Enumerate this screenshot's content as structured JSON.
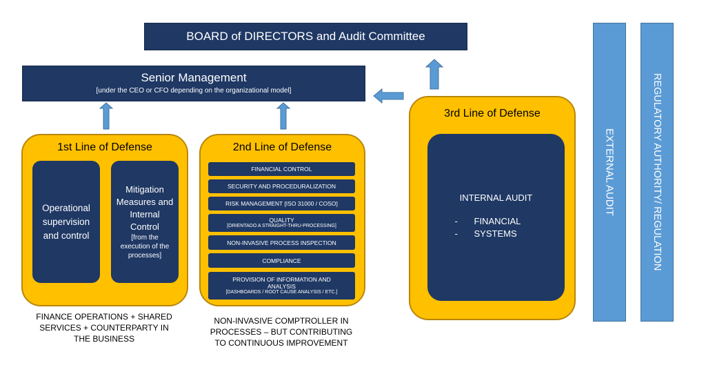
{
  "board": {
    "label": "BOARD of DIRECTORS and Audit Committee"
  },
  "senior": {
    "title": "Senior Management",
    "subtitle": "[under the CEO or CFO depending on the organizational model]"
  },
  "line1": {
    "title": "1st Line of Defense",
    "box_a": {
      "lines": [
        "Operational",
        "supervision",
        "and control"
      ]
    },
    "box_b": {
      "lines": [
        "Mitigation",
        "Measures and",
        "Internal",
        "Control"
      ],
      "small_lines": [
        "[from the",
        "execution of the",
        "processes]"
      ]
    },
    "caption_lines": [
      "FINANCE OPERATIONS + SHARED",
      "SERVICES + COUNTERPARTY IN",
      "THE BUSINESS"
    ]
  },
  "line2": {
    "title": "2nd Line of Defense",
    "items": [
      {
        "label": "FINANCIAL CONTROL"
      },
      {
        "label": "SECURITY AND PROCEDURALIZATION"
      },
      {
        "label": "RISK MANAGEMENT  [ISO 31000 / COSO]"
      },
      {
        "label": "QUALITY",
        "sub": "[ORIENTADO A STRAIGHT-THRU-PROCESSING]"
      },
      {
        "label": "NON-INVASIVE PROCESS INSPECTION"
      },
      {
        "label": "COMPLIANCE"
      },
      {
        "label": "PROVISION OF INFORMATION AND",
        "label2": "ANALYSIS",
        "sub": "[DASHBOARDS / ROOT CAUSE ANALYSIS / ETC.]"
      }
    ],
    "caption_lines": [
      "NON-INVASIVE COMPTROLLER IN",
      "PROCESSES – BUT CONTRIBUTING",
      "TO CONTINUOUS IMPROVEMENT"
    ]
  },
  "line3": {
    "title": "3rd Line of Defense",
    "inner_title": "INTERNAL AUDIT",
    "bullets": [
      "FINANCIAL",
      "SYSTEMS"
    ]
  },
  "external_audit": {
    "label": "EXTERNAL AUDIT"
  },
  "regulatory": {
    "label": "REGULATORY AUTHORITY/ REGULATION"
  },
  "colors": {
    "navy": "#1f3864",
    "gold": "#ffc000",
    "arrow_blue": "#5b9bd5",
    "side_bar_blue": "#5b9bd5"
  }
}
